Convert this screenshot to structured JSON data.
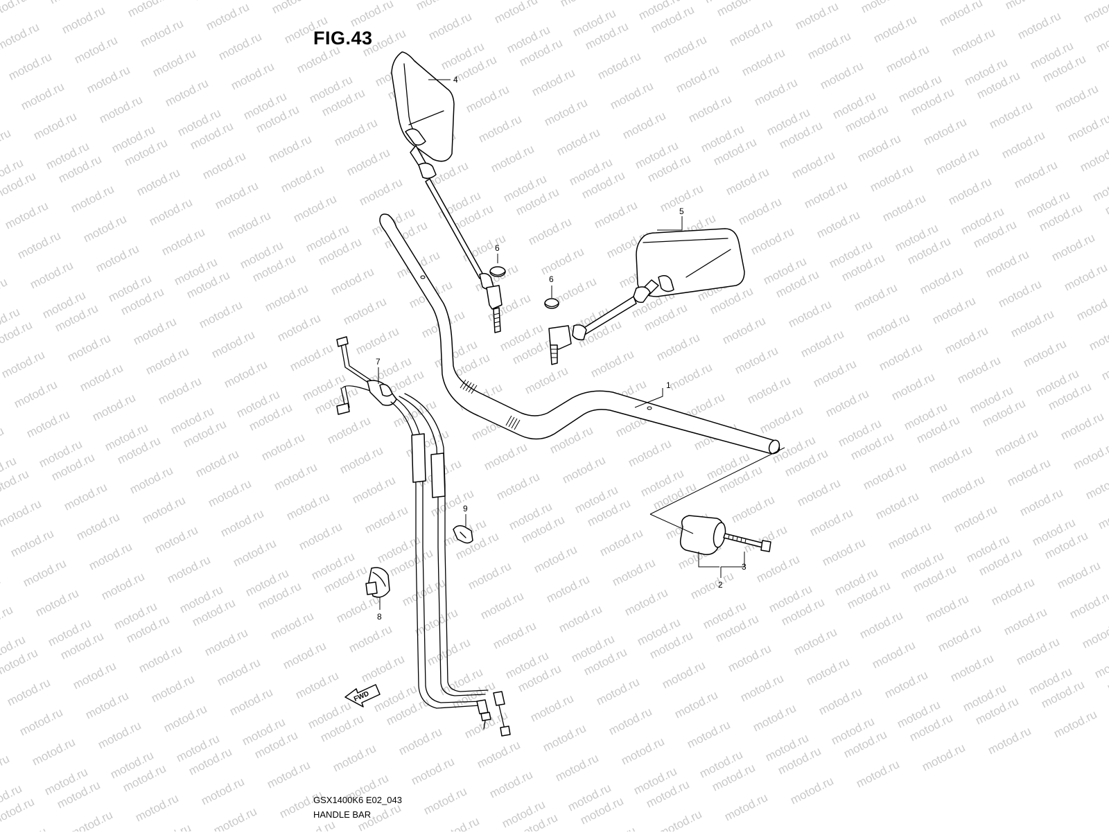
{
  "figure": {
    "title": "FIG.43",
    "code": "GSX1400K6 E02_043",
    "name": "HANDLE BAR"
  },
  "watermark": "motod.ru",
  "fwd_label": "FWD",
  "callouts": [
    {
      "id": "1",
      "label": "1"
    },
    {
      "id": "2",
      "label": "2"
    },
    {
      "id": "3",
      "label": "3"
    },
    {
      "id": "4",
      "label": "4"
    },
    {
      "id": "5",
      "label": "5"
    },
    {
      "id": "6a",
      "label": "6"
    },
    {
      "id": "6b",
      "label": "6"
    },
    {
      "id": "7",
      "label": "7"
    },
    {
      "id": "8",
      "label": "8"
    },
    {
      "id": "9",
      "label": "9"
    }
  ]
}
